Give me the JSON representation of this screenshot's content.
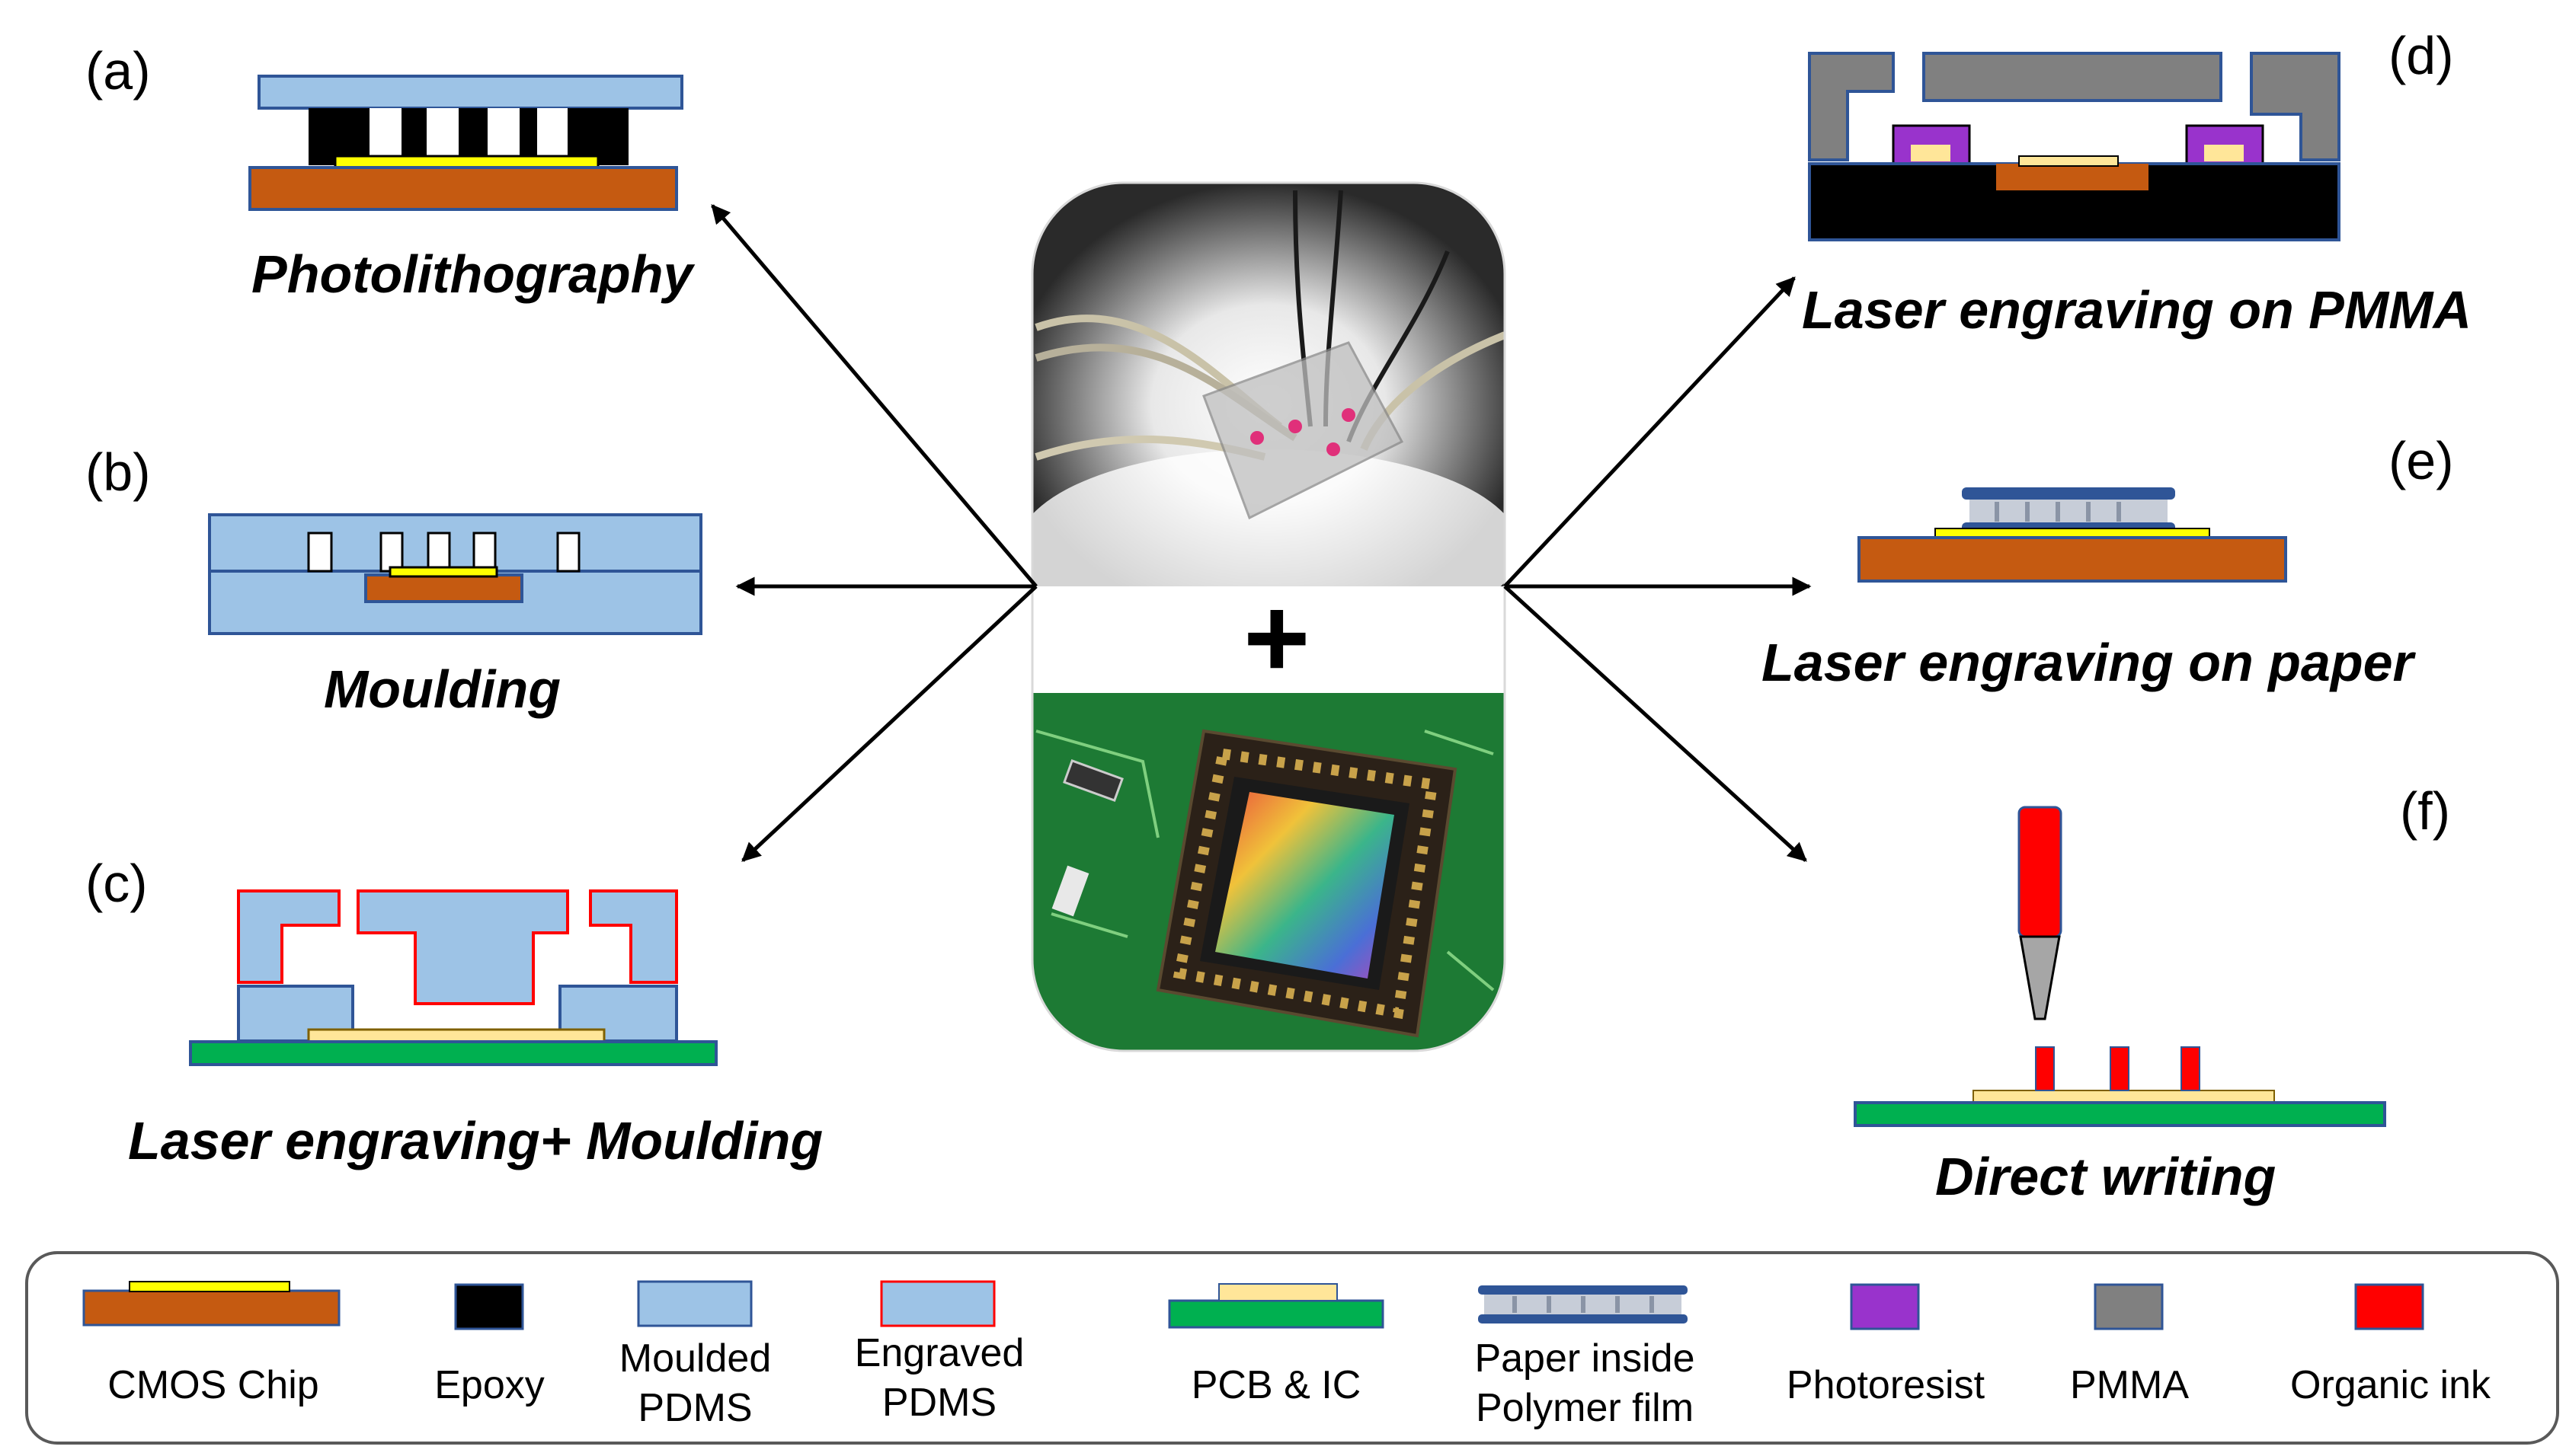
{
  "panels": [
    {
      "letter": "(a)",
      "method": "Photolithography"
    },
    {
      "letter": "(b)",
      "method": "Moulding"
    },
    {
      "letter": "(c)",
      "method": "Laser engraving+ Moulding"
    },
    {
      "letter": "(d)",
      "method": "Laser engraving on PMMA"
    },
    {
      "letter": "(e)",
      "method": "Laser engraving on paper"
    },
    {
      "letter": "(f)",
      "method": "Direct writing"
    }
  ],
  "center": {
    "plus": "+"
  },
  "legend": [
    {
      "label": "CMOS Chip"
    },
    {
      "label": "Epoxy"
    },
    {
      "label": "Moulded\nPDMS"
    },
    {
      "label": "Engraved\nPDMS"
    },
    {
      "label": "PCB & IC"
    },
    {
      "label": "Paper inside\nPolymer film"
    },
    {
      "label": "Photoresist"
    },
    {
      "label": "PMMA"
    },
    {
      "label": "Organic ink"
    }
  ],
  "colors": {
    "cmos": "#c55a11",
    "gold": "#ffe699",
    "yellow": "#ffff00",
    "epoxy": "#000000",
    "pdms": "#9dc3e6",
    "outline": "#2f5597",
    "engraved_outline": "#ff0000",
    "pcb": "#00b050",
    "photoresist": "#9933cc",
    "pmma": "#808080",
    "ink": "#ff0000"
  }
}
